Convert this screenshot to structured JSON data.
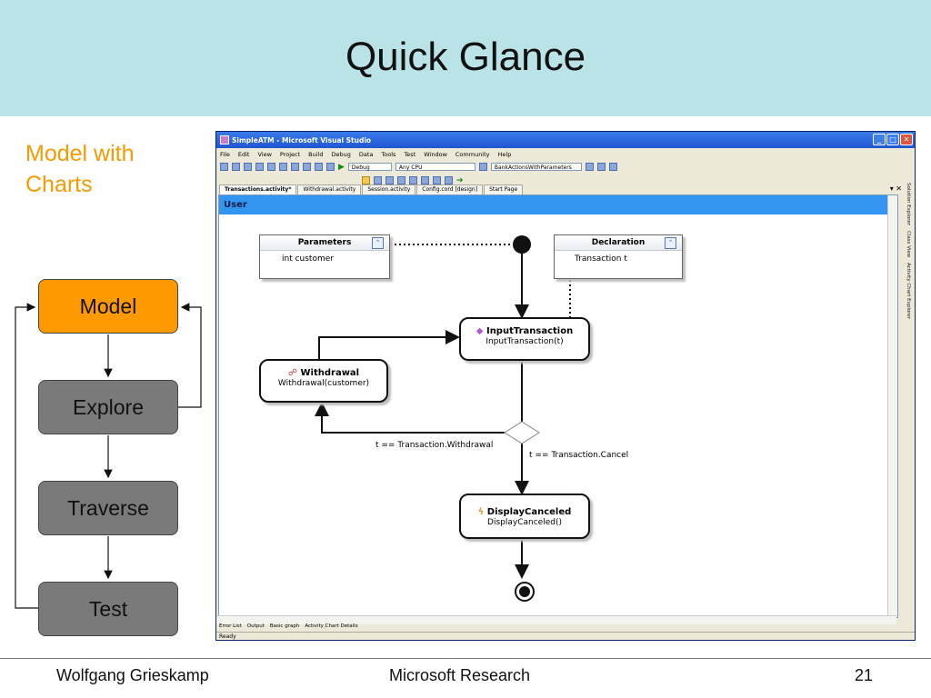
{
  "slide": {
    "title": "Quick Glance",
    "subtitle": "Model with Charts",
    "flow": [
      "Model",
      "Explore",
      "Traverse",
      "Test"
    ],
    "footer_left": "Wolfgang Grieskamp",
    "footer_center": "Microsoft Research",
    "footer_right": "21"
  },
  "window": {
    "title": "SimpleATM - Microsoft Visual Studio",
    "menu": [
      "File",
      "Edit",
      "View",
      "Project",
      "Build",
      "Debug",
      "Data",
      "Tools",
      "Test",
      "Window",
      "Community",
      "Help"
    ],
    "toolbar": {
      "config": "Debug",
      "platform": "Any CPU",
      "target": "BankActionsWithParameters"
    },
    "tabs": [
      "Transactions.activity*",
      "Withdrawal.activity",
      "Session.activity",
      "Config.cord [design]",
      "Start Page"
    ],
    "side_panels": [
      "Solution Explorer",
      "Class View",
      "Activity Chart Explorer"
    ],
    "bottom_tabs": [
      "Error List",
      "Output",
      "Basic graph",
      "Activity Chart Details"
    ],
    "status": "Ready"
  },
  "diagram": {
    "swimlane": "User",
    "parameters": {
      "header": "Parameters",
      "body": "int customer"
    },
    "declaration": {
      "header": "Declaration",
      "body": "Transaction t"
    },
    "input_transaction": {
      "title": "InputTransaction",
      "sub": "InputTransaction(t)"
    },
    "withdrawal": {
      "title": "Withdrawal",
      "sub": "Withdrawal(customer)"
    },
    "display_canceled": {
      "title": "DisplayCanceled",
      "sub": "DisplayCanceled()"
    },
    "guard_withdrawal": "t == Transaction.Withdrawal",
    "guard_cancel": "t == Transaction.Cancel"
  }
}
